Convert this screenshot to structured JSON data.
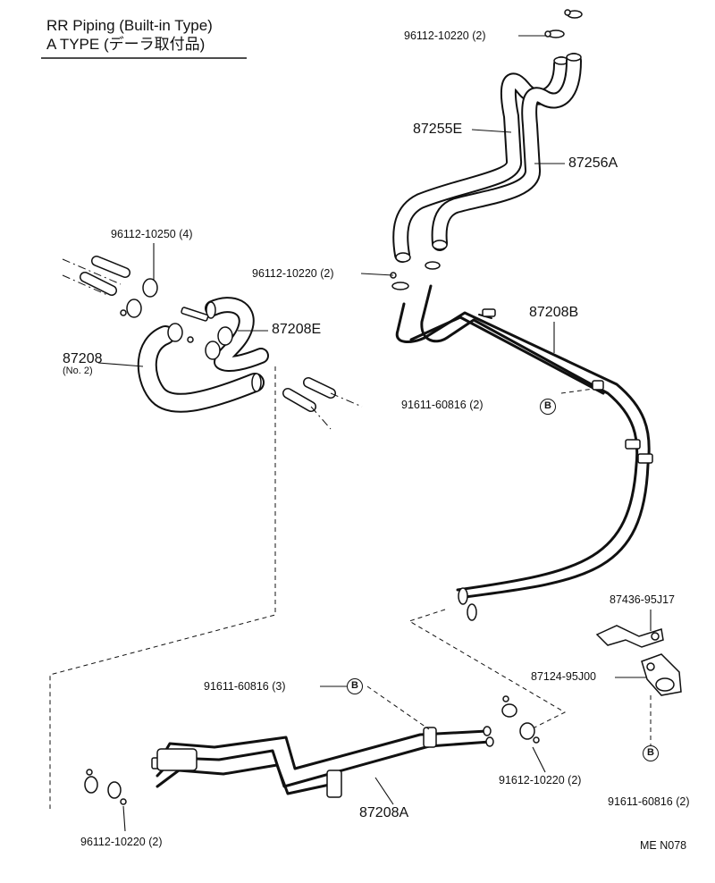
{
  "header": {
    "line1": "RR  Piping (Built-in Type)",
    "line2": "A  TYPE (デーラ取付品)"
  },
  "parts": {
    "clamp_top": "96112-10220 (2)",
    "hose_e": "87255E",
    "hose_a": "87256A",
    "clamp_left": "96112-10250 (4)",
    "clamp_mid": "96112-10220 (2)",
    "pipe_b": "87208B",
    "hose_208e": "87208E",
    "hose_208": "87208",
    "hose_208_sub": "(No. 2)",
    "bolt_b1": "91611-60816 (2)",
    "bracket_1": "87436-95J17",
    "bracket_2": "87124-95J00",
    "bolt_b2": "91611-60816 (3)",
    "clamp_right": "91612-10220 (2)",
    "bolt_b3": "91611-60816 (2)",
    "pipe_a": "87208A",
    "clamp_bottom": "96112-10220 (2)"
  },
  "refs": {
    "b": "B"
  },
  "code": "ME  N078"
}
